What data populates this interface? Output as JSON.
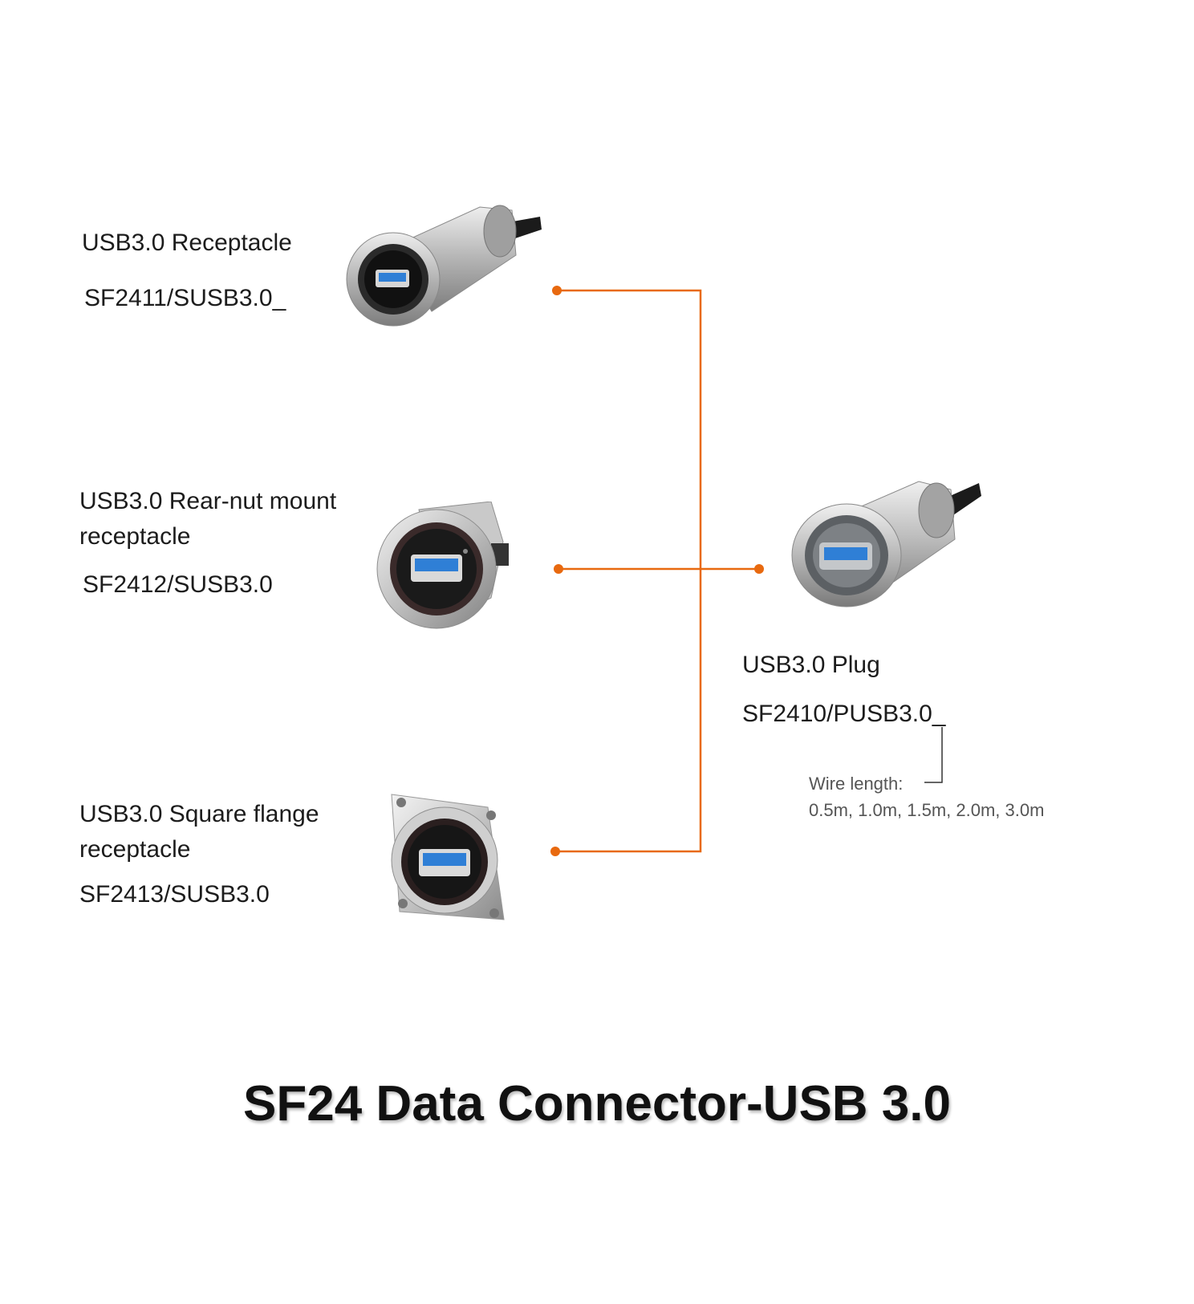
{
  "title": "SF24 Data Connector-USB 3.0",
  "accent_color": "#e8690f",
  "products": {
    "receptacle": {
      "name": "USB3.0 Receptacle",
      "part": "SF2411/SUSB3.0_",
      "icon": "cylindrical-usb-receptacle-with-cable"
    },
    "rear_nut": {
      "name_line1": "USB3.0 Rear-nut mount",
      "name_line2": "receptacle",
      "part": "SF2412/SUSB3.0",
      "icon": "round-panel-usb-receptacle"
    },
    "square_flange": {
      "name_line1": "USB3.0 Square flange",
      "name_line2": "receptacle",
      "part": "SF2413/SUSB3.0",
      "icon": "square-flange-usb-receptacle"
    },
    "plug": {
      "name": "USB3.0 Plug",
      "part": "SF2410/PUSB3.0_",
      "icon": "usb-plug-with-cable"
    }
  },
  "wire": {
    "label": "Wire length:",
    "options": "0.5m, 1.0m, 1.5m, 2.0m, 3.0m"
  }
}
